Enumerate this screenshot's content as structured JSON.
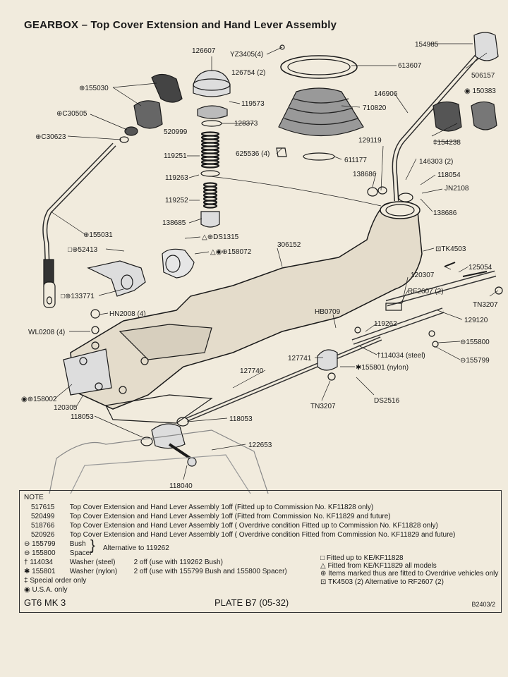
{
  "title": "GEARBOX – Top Cover Extension and Hand Lever Assembly",
  "callouts": {
    "p155030": "⊕155030",
    "c30505": "⊕C30505",
    "c30623": "⊕C30623",
    "p126607": "126607",
    "yz3405": "YZ3405(4)",
    "p126754": "126754 (2)",
    "p613607": "613607",
    "p154985": "154985",
    "p506157": "506157",
    "p119573": "119573",
    "p520999": "520999",
    "p128373": "128373",
    "p146906": "146906",
    "p150383": "◉ 150383",
    "p710820": "710820",
    "p119251": "119251",
    "p625536": "625536 (4)",
    "p129119": "129119",
    "p154238": "‡154238",
    "p611177": "611177",
    "p146303": "146303 (2)",
    "p119263": "119263",
    "p138686a": "138686",
    "p118054": "118054",
    "jn2108": "JN2108",
    "p119252": "119252",
    "p138686b": "138686",
    "p155031": "⊕155031",
    "p138685": "138685",
    "ds1315": "△⊕DS1315",
    "p52413": "□⊕52413",
    "p158072": "△◉⊕158072",
    "p306152": "306152",
    "tk4503": "⊡TK4503",
    "p125054": "125054",
    "p120307": "120307",
    "p133771": "□⊕133771",
    "rf2607": "RF2607 (2)",
    "tn3207a": "TN3207",
    "hn2008": "HN2008 (4)",
    "hb0709": "HB0709",
    "p129120": "129120",
    "wl0208": "WL0208 (4)",
    "p119262": "119262",
    "p155800": "⊖155800",
    "p127741": "127741",
    "p114034": "†114034 (steel)",
    "p155799": "⊖155799",
    "p127740": "127740",
    "p155801": "✱155801 (nylon)",
    "p158002": "◉⊕158002",
    "p120305": "120305",
    "tn3207b": "TN3207",
    "ds2516": "DS2516",
    "p118053a": "118053",
    "p118053b": "118053",
    "p122653": "122653",
    "p118040": "118040"
  },
  "notes": {
    "header": "NOTE",
    "assemblies": [
      {
        "part": "517615",
        "text": "Top Cover Extension and Hand Lever Assembly 1off (Fitted up to Commission No.  KF11828   only)"
      },
      {
        "part": "520499",
        "text": "Top Cover Extension and Hand Lever Assembly 1off (Fitted from Commission No.  KF11829   and future)"
      },
      {
        "part": "518766",
        "text": "Top Cover Extension and Hand Lever Assembly 1off ( Overdrive condition Fitted up to Commission No.   KF11828   only)"
      },
      {
        "part": "520926",
        "text": "Top Cover Extension and Hand Lever Assembly 1off ( Overdrive condition Fitted from Commission No.   KF11829   and future)"
      }
    ],
    "bush_rows": [
      {
        "part": "⊖ 155799",
        "label": "Bush"
      },
      {
        "part": "⊖ 155800",
        "label": "Spacer"
      }
    ],
    "alt_note": "Alternative to 119262",
    "washer_rows": [
      {
        "part": "† 114034",
        "label": "Washer (steel)",
        "text": "2 off (use with 119262 Bush)"
      },
      {
        "part": "✱ 155801",
        "label": "Washer (nylon)",
        "text": "2 off (use with 155799 Bush and 155800 Spacer)"
      }
    ],
    "special": "‡  Special order only",
    "usa": "◉  U.S.A. only",
    "legend": [
      "□  Fitted up to KE/KF11828",
      "△  Fitted from KE/KF11829 all models",
      "⊕  Items marked thus are fitted to Overdrive vehicles only",
      "⊡  TK4503 (2) Alternative to RF2607 (2)"
    ],
    "model": "GT6 MK 3",
    "plate": "PLATE  B7  (05-32)",
    "ref": "B2403/2"
  }
}
